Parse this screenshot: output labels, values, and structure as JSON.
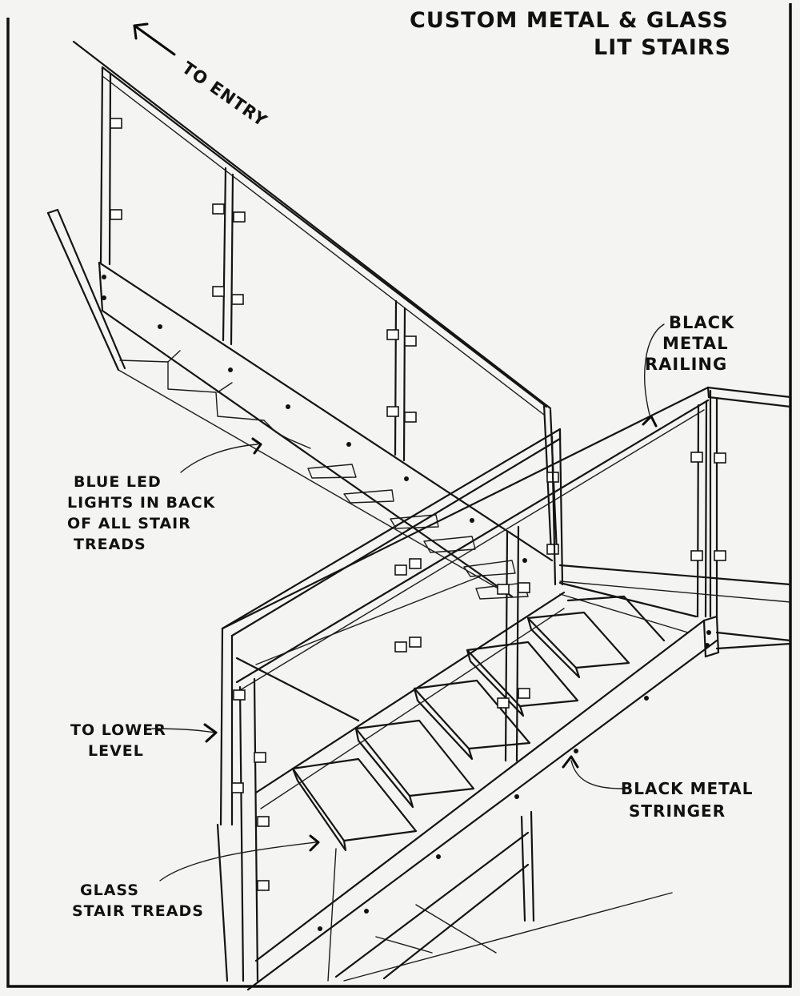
{
  "title": {
    "line1": "CUSTOM METAL & GLASS",
    "line2": "LIT STAIRS"
  },
  "labels": {
    "to_entry": "TO ENTRY",
    "black_metal_railing": [
      "BLACK",
      "METAL",
      "RAILING"
    ],
    "blue_led": [
      "BLUE LED",
      "LIGHTS IN BACK",
      "OF ALL STAIR",
      "TREADS"
    ],
    "to_lower_level": [
      "TO LOWER",
      "LEVEL"
    ],
    "black_metal_stringer": [
      "BLACK METAL",
      "STRINGER"
    ],
    "glass_stair_treads": [
      "GLASS",
      "STAIR TREADS"
    ]
  },
  "colors": {
    "paper": "#f4f4f2",
    "ink": "#141414",
    "frame": "#0f0f0f"
  }
}
